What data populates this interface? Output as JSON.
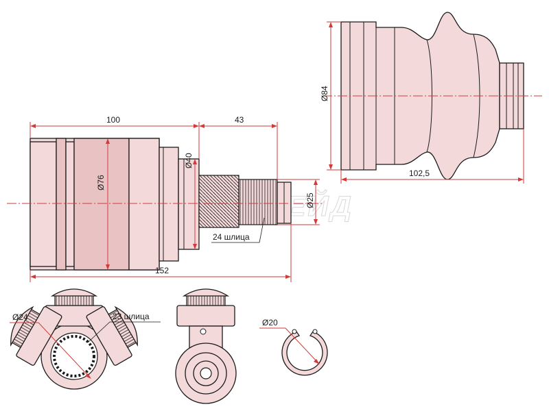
{
  "watermark": "АВТОТРЕЙД",
  "dimensions": {
    "body_length": "100",
    "spline_length": "43",
    "body_diameter": "Ø76",
    "neck_diameter": "Ø40",
    "shaft_diameter": "Ø25",
    "total_length": "152",
    "boot_diameter": "Ø84",
    "boot_length": "102,5",
    "tripod_bore": "Ø24",
    "ring_diameter": "Ø20"
  },
  "notes": {
    "shaft_splines": "24 шлица",
    "tripod_splines": "23 шлица"
  },
  "colors": {
    "part_fill": "#f4d9da",
    "dimension_red": "#d23a3a",
    "outline": "#1a1a1a"
  }
}
